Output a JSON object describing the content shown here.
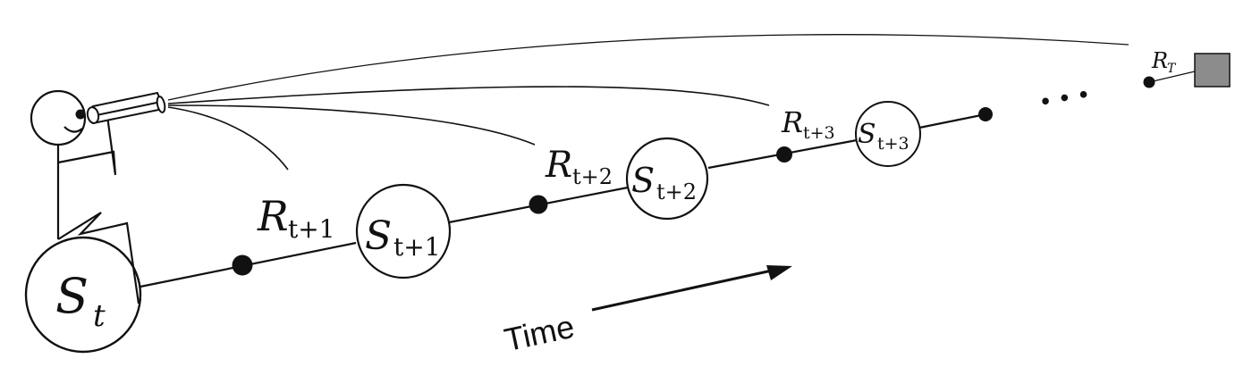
{
  "diagram": {
    "colors": {
      "ink": "#111111",
      "node_fill": "#ffffff",
      "terminal_fill": "#8c8c8c"
    },
    "states": [
      {
        "id": "s_t",
        "main": "S",
        "sub": "t"
      },
      {
        "id": "s_t1",
        "main": "S",
        "sub": "t+1"
      },
      {
        "id": "s_t2",
        "main": "S",
        "sub": "t+2"
      },
      {
        "id": "s_t3",
        "main": "S",
        "sub": "t+3"
      }
    ],
    "rewards": [
      {
        "id": "r_t1",
        "main": "R",
        "sub": "t+1"
      },
      {
        "id": "r_t2",
        "main": "R",
        "sub": "t+2"
      },
      {
        "id": "r_t3",
        "main": "R",
        "sub": "t+3"
      },
      {
        "id": "r_T",
        "main": "R",
        "sub": "T"
      }
    ],
    "ellipsis": "• • •",
    "time_label": "Time",
    "icons": [
      "stick-figure-icon",
      "binoculars-icon",
      "terminal-state-icon",
      "time-arrow-icon"
    ]
  }
}
